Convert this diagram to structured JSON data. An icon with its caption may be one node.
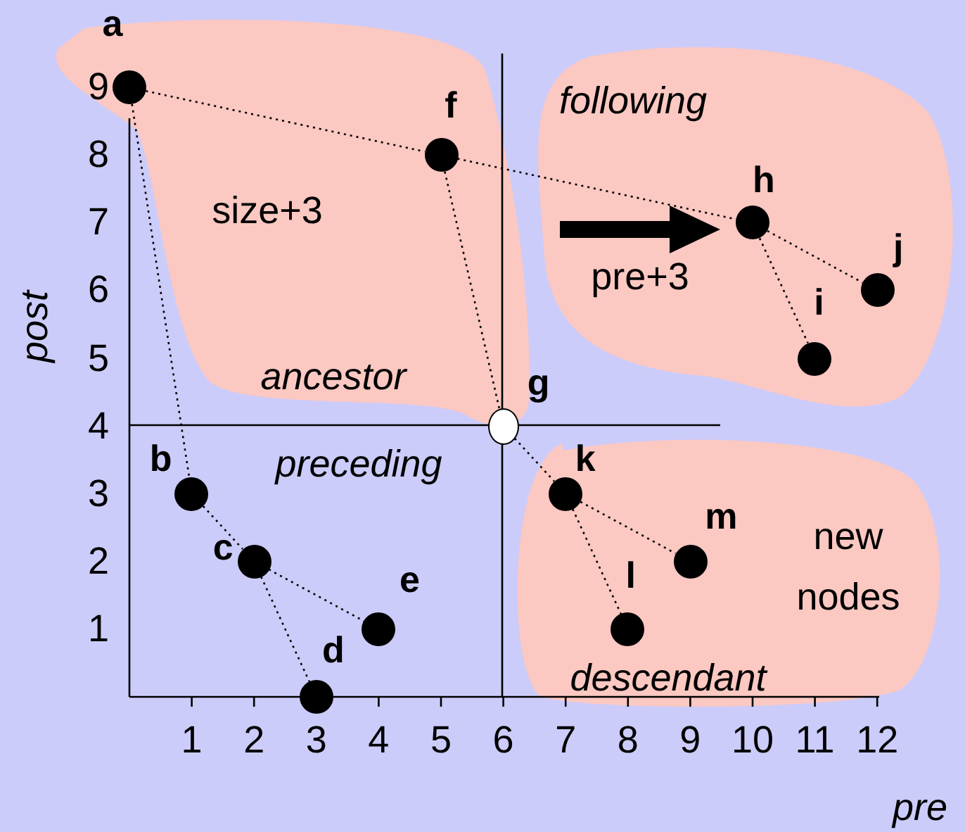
{
  "diagram": {
    "nodes": [
      {
        "text": [
          "size+3",
          "ancestor"
        ]
      },
      {
        "text": [
          "a"
        ],
        "in": 0
      },
      {
        "text": [
          "f"
        ],
        "in": 0
      },
      {
        "text": [
          "following",
          "pre+3"
        ]
      },
      {
        "text": [
          "h"
        ],
        "in": 3
      },
      {
        "text": [
          "j"
        ],
        "in": 3
      },
      {
        "text": [
          "i"
        ],
        "in": 3
      },
      {
        "text": [
          "g"
        ]
      },
      {
        "text": [
          "b"
        ]
      },
      {
        "text": [
          "new nodes",
          "descendant"
        ]
      },
      {
        "text": [
          "k"
        ],
        "in": 9
      },
      {
        "text": [
          "m"
        ],
        "in": 9
      },
      {
        "text": [
          "l"
        ],
        "in": 9
      },
      {
        "text": [
          "c"
        ]
      },
      {
        "text": [
          "e"
        ]
      },
      {
        "text": [
          "d"
        ]
      }
    ],
    "edges": [
      {
        "from": 1,
        "to": 8,
        "arrow": "none"
      },
      {
        "from": 1,
        "to": 2,
        "arrow": "none"
      },
      {
        "from": 2,
        "to": 4,
        "arrow": "none"
      },
      {
        "from": 4,
        "to": 6,
        "arrow": "none"
      },
      {
        "from": 4,
        "to": 5,
        "arrow": "none"
      },
      {
        "from": 2,
        "to": 7,
        "arrow": "none"
      },
      {
        "from": 7,
        "to": 10,
        "arrow": "none"
      },
      {
        "from": 10,
        "to": 11,
        "arrow": "none"
      },
      {
        "from": 10,
        "to": 12,
        "arrow": "none"
      },
      {
        "from": 8,
        "to": 13,
        "arrow": "none"
      },
      {
        "from": 13,
        "to": 15,
        "arrow": "none"
      },
      {
        "from": 13,
        "to": 14,
        "arrow": "none"
      }
    ],
    "labels": [
      "preceding",
      "post",
      "pre",
      "1",
      "2",
      "3",
      "4",
      "5",
      "6",
      "7",
      "8",
      "9",
      "10",
      "11",
      "12",
      "1",
      "2",
      "3",
      "4",
      "5",
      "6",
      "7",
      "8",
      "9"
    ]
  }
}
